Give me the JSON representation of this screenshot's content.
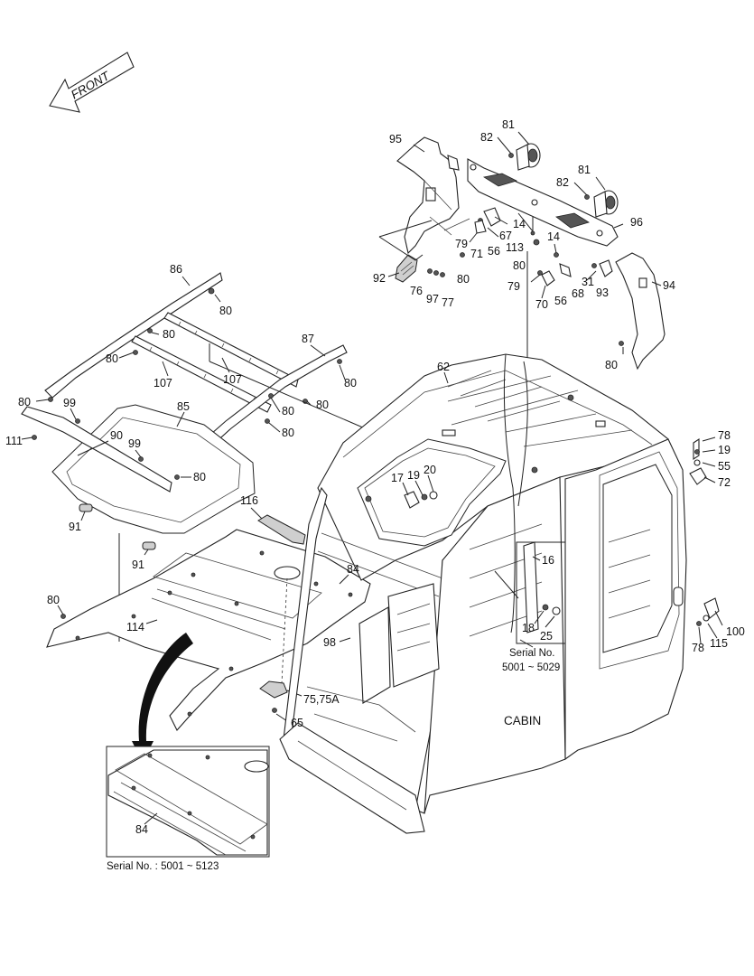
{
  "front_arrow": {
    "label": "FRONT"
  },
  "callouts": {
    "c95": "95",
    "c82a": "82",
    "c81a": "81",
    "c82b": "82",
    "c81b": "81",
    "c14a": "14",
    "c67": "67",
    "c96": "96",
    "c79a": "79",
    "c71": "71",
    "c56a": "56",
    "c113": "113",
    "c14b": "14",
    "c80a": "80",
    "c80b": "80",
    "c92": "92",
    "c76": "76",
    "c97": "97",
    "c77": "77",
    "c79b": "79",
    "c70": "70",
    "c56b": "56",
    "c68": "68",
    "c31": "31",
    "c93": "93",
    "c94": "94",
    "c80c": "80",
    "c86": "86",
    "c80d": "80",
    "c80e": "80",
    "c80f": "80",
    "c107a": "107",
    "c107b": "107",
    "c87": "87",
    "c80g": "80",
    "c62": "62",
    "c80h": "80",
    "c99a": "99",
    "c85": "85",
    "c80i": "80",
    "c80j": "80",
    "c111": "111",
    "c90": "90",
    "c99b": "99",
    "c80k": "80",
    "c17": "17",
    "c19a": "19",
    "c20": "20",
    "c78a": "78",
    "c19b": "19",
    "c55": "55",
    "c72": "72",
    "c116": "116",
    "c91a": "91",
    "c91b": "91",
    "c16": "16",
    "c84a": "84",
    "c80l": "80",
    "c114": "114",
    "c98": "98",
    "c18": "18",
    "c25": "25",
    "c100": "100",
    "c78b": "78",
    "c115": "115",
    "c7575a": "75,75A",
    "c65": "65",
    "c84b": "84"
  },
  "notes": {
    "serial_cabin": "Serial No.",
    "serial_cabin_range": "5001 ~ 5029",
    "cabin": "CABIN",
    "inset_serial": "Serial No. : 5001 ~ 5123"
  }
}
